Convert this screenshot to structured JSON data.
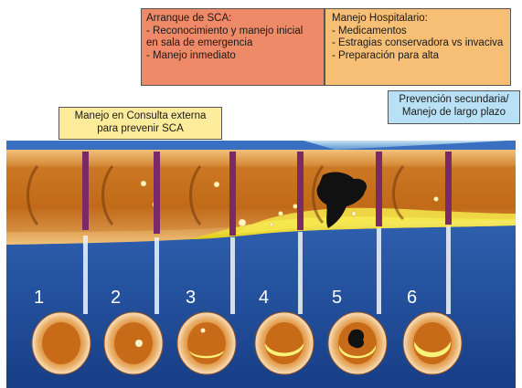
{
  "boxes": {
    "sca": {
      "title": "Arranque de SCA:",
      "lines": [
        "- Reconocimiento y manejo inicial",
        "en sala de emergencia",
        "- Manejo inmediato"
      ]
    },
    "hospital": {
      "title": "Manejo Hospitalario:",
      "lines": [
        "- Medicamentos",
        "- Estragias conservadora vs invaciva",
        "- Preparación para alta"
      ]
    },
    "consulta": {
      "lines": [
        "Manejo en Consulta externa",
        "para prevenir SCA"
      ]
    },
    "prevencion": {
      "lines": [
        "Prevención secundaria/",
        "Manejo de largo plazo"
      ]
    }
  },
  "stages": [
    "1",
    "2",
    "3",
    "4",
    "5",
    "6"
  ],
  "colors": {
    "background_blue": "#1d4e9c",
    "vessel_wall": "#c2701c",
    "plaque": "#f2e23a",
    "thrombus": "#111111",
    "band": "#7a2a66"
  }
}
